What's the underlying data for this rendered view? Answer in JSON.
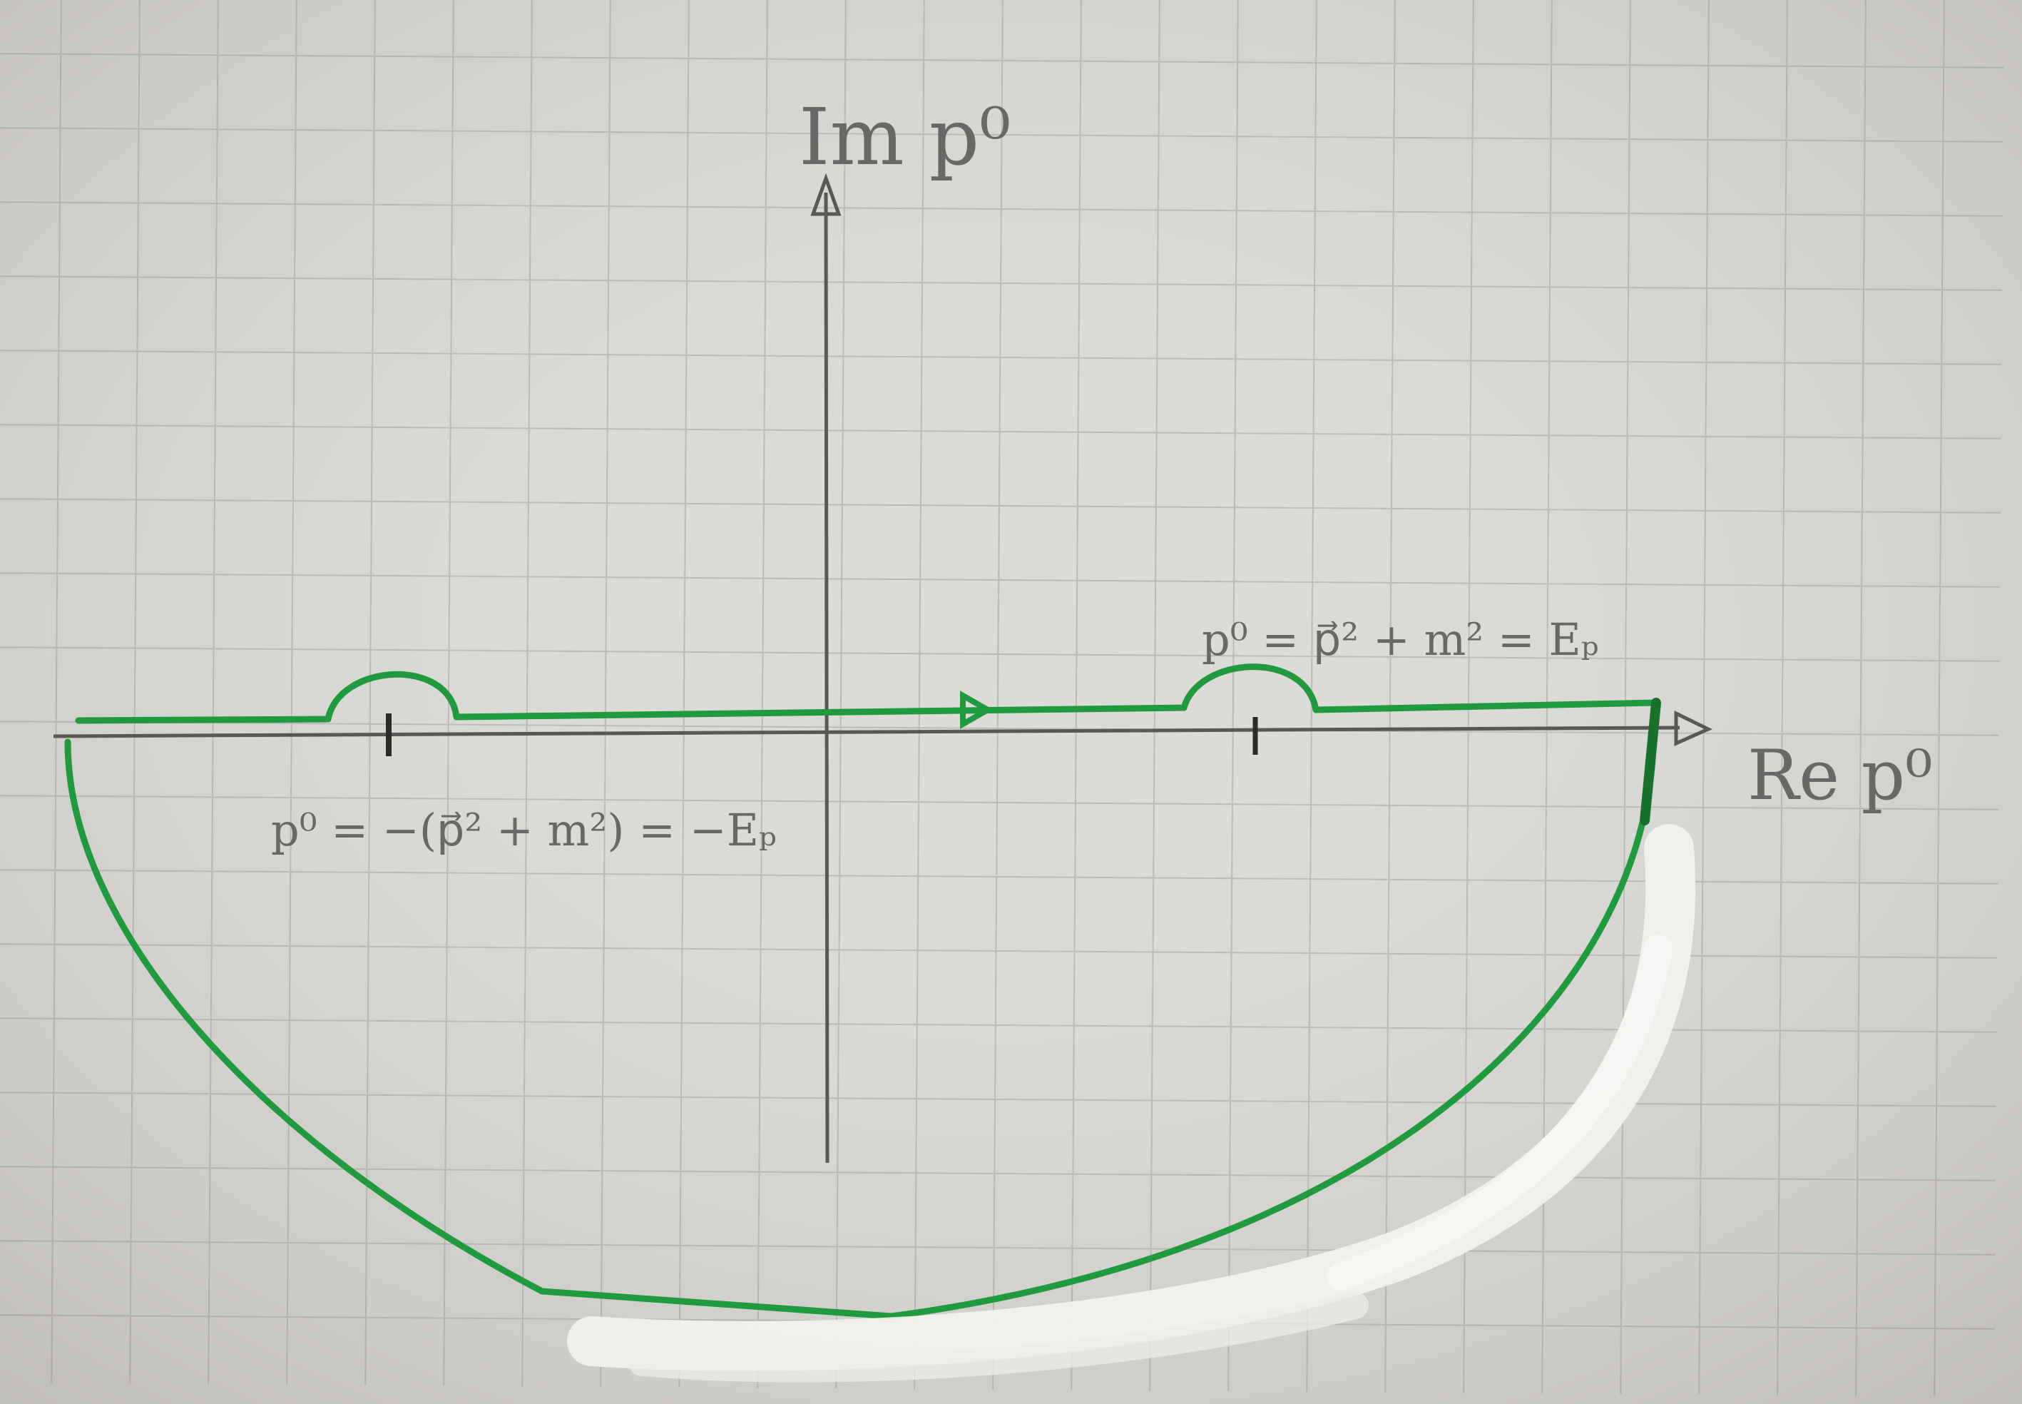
{
  "diagram": {
    "axes": {
      "imaginary_label": "Im p⁰",
      "real_label": "Re p⁰"
    },
    "poles": [
      {
        "label": "p⁰ = −(p⃗² + m²) = −Eₚ"
      },
      {
        "label": "p⁰ = p⃗² + m² = Eₚ"
      }
    ],
    "colors": {
      "paper": "#dcdad6",
      "grid": "#b9b8b5",
      "pencil": "#5a5856",
      "contour": "#1f9a3c",
      "whiteout": "#f2f2ef"
    }
  }
}
